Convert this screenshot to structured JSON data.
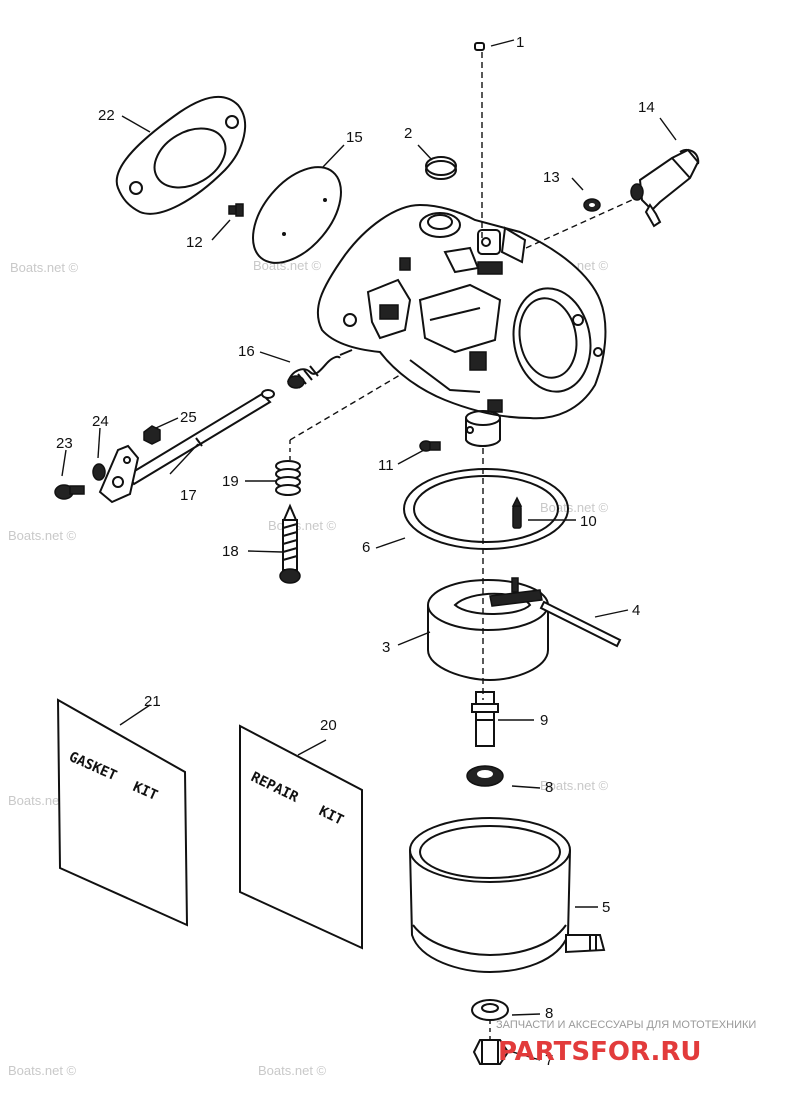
{
  "watermark": "Boats.net ©",
  "kits": {
    "gasket_line1": "GASKET",
    "gasket_line2": "KIT",
    "repair_line1": "REPAIR",
    "repair_line2": "KIT"
  },
  "parts": [
    {
      "id": "1",
      "label": "1"
    },
    {
      "id": "2",
      "label": "2"
    },
    {
      "id": "3",
      "label": "3"
    },
    {
      "id": "4",
      "label": "4"
    },
    {
      "id": "5",
      "label": "5"
    },
    {
      "id": "6",
      "label": "6"
    },
    {
      "id": "7",
      "label": "7"
    },
    {
      "id": "8a",
      "label": "8"
    },
    {
      "id": "8b",
      "label": "8"
    },
    {
      "id": "9",
      "label": "9"
    },
    {
      "id": "10",
      "label": "10"
    },
    {
      "id": "11",
      "label": "11"
    },
    {
      "id": "12",
      "label": "12"
    },
    {
      "id": "13",
      "label": "13"
    },
    {
      "id": "14",
      "label": "14"
    },
    {
      "id": "15",
      "label": "15"
    },
    {
      "id": "16",
      "label": "16"
    },
    {
      "id": "17",
      "label": "17"
    },
    {
      "id": "18",
      "label": "18"
    },
    {
      "id": "19",
      "label": "19"
    },
    {
      "id": "20",
      "label": "20"
    },
    {
      "id": "21",
      "label": "21"
    },
    {
      "id": "22",
      "label": "22"
    },
    {
      "id": "23",
      "label": "23"
    },
    {
      "id": "24",
      "label": "24"
    },
    {
      "id": "25",
      "label": "25"
    }
  ],
  "brand": {
    "tagline": "ЗАПЧАСТИ И АКСЕССУАРЫ ДЛЯ МОТОТЕХНИКИ",
    "name": "PARTSFOR.RU"
  }
}
